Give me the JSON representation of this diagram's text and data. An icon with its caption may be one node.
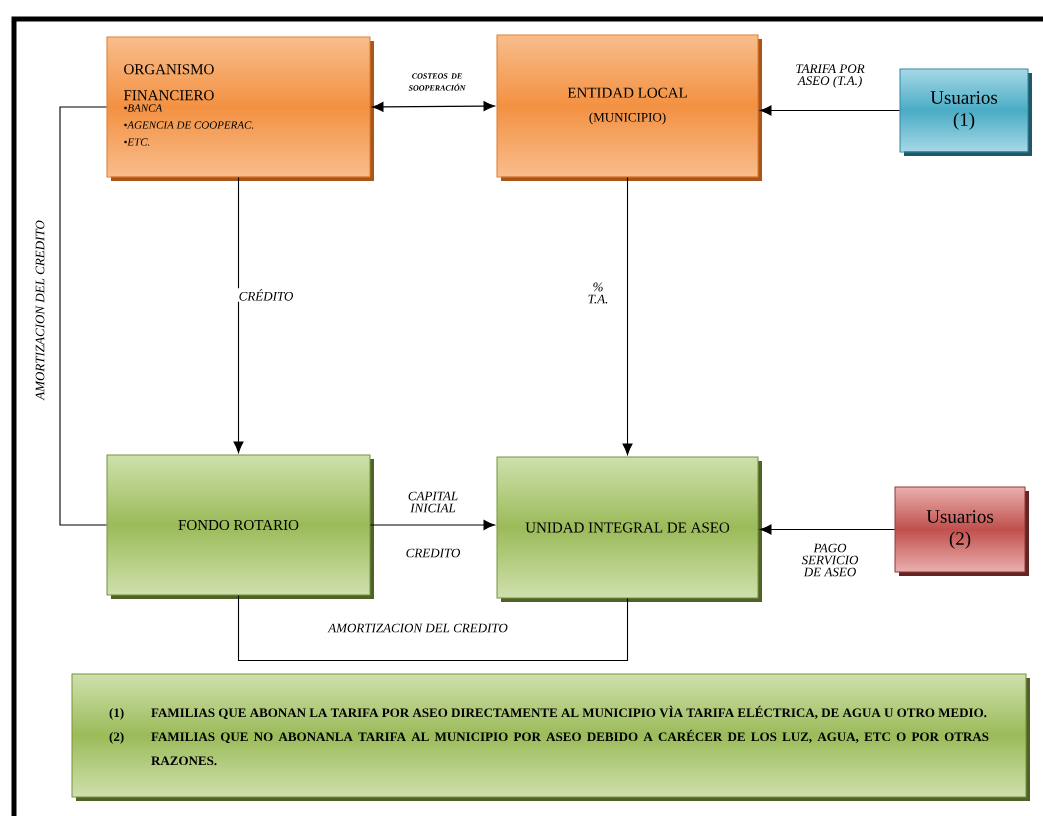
{
  "diagram": {
    "nodes": [
      {
        "text": [
          "ORGANISMO FINANCIERO",
          "•BANCA",
          "•AGENCIA DE COOPERAC.",
          "•ETC."
        ]
      },
      {
        "text": [
          "ENTIDAD LOCAL",
          "(MUNICIPIO)"
        ]
      },
      {
        "text": [
          "Usuarios (1)"
        ]
      },
      {
        "text": [
          "FONDO ROTARIO"
        ]
      },
      {
        "text": [
          "UNIDAD INTEGRAL DE ASEO"
        ]
      },
      {
        "text": [
          "Usuarios (2)"
        ]
      },
      {
        "text": [
          "(1)",
          "FAMILIAS QUE ABONAN LA TARIFA POR ASEO DIRECTAMENTE AL MUNICIPIO VÌA TARIFA ELÉCTRICA, DE AGUA U OTRO MEDIO.",
          "(2)",
          "FAMILIAS QUE NO ABONANLA TARIFA AL MUNICIPIO POR ASEO DEBIDO A CARÉCER DE LOS LUZ, AGUA, ETC O POR OTRAS RAZONES."
        ]
      }
    ],
    "edges": [
      {
        "from": 0,
        "to": 1,
        "arrow": "both",
        "label": "COSTEOS DE SOOPERACIÓN"
      },
      {
        "from": 2,
        "to": 1,
        "arrow": "to",
        "label": "TARIFA POR ASEO (T.A.)"
      },
      {
        "from": 0,
        "to": 3,
        "arrow": "to",
        "label": "CRÉDITO"
      },
      {
        "from": 1,
        "to": 4,
        "arrow": "to",
        "label": "% T.A."
      },
      {
        "from": 3,
        "to": 4,
        "arrow": "to",
        "label": "CAPITAL INICIAL"
      },
      {
        "from": 5,
        "to": 4,
        "arrow": "to",
        "label": "PAGO SERVICIO DE ASEO"
      },
      {
        "from": 3,
        "to": 0,
        "arrow": "none",
        "label": "AMORTIZACION DEL CREDITO"
      },
      {
        "from": 3,
        "to": 4,
        "arrow": "none",
        "label": "AMORTIZACION DEL CREDITO"
      }
    ],
    "labels": [
      "CREDITO"
    ]
  }
}
